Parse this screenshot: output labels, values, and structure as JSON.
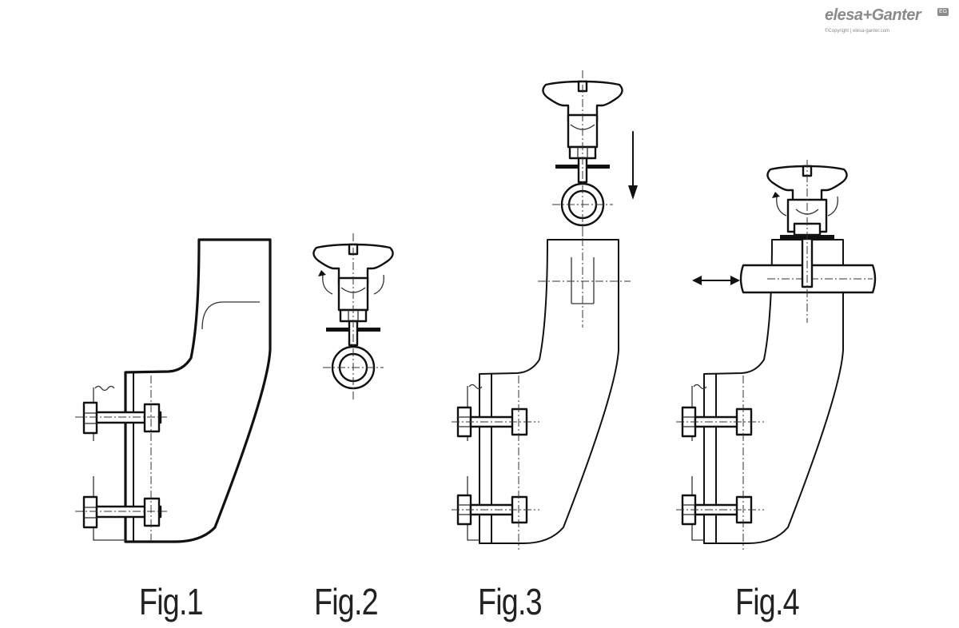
{
  "logo": {
    "brand": "elesa+Ganter",
    "badge": "EG",
    "copyright": "©Copyright | elesa-ganter.com"
  },
  "figures": [
    {
      "label": "Fig.1"
    },
    {
      "label": "Fig.2"
    },
    {
      "label": "Fig.3"
    },
    {
      "label": "Fig.4"
    }
  ],
  "colors": {
    "ink": "#111111",
    "logo_gray": "#8a8a8a",
    "background": "#ffffff"
  },
  "icons": {
    "fig3_arrow": "arrow-down-icon",
    "fig4_arrow": "double-arrow-horizontal-icon"
  }
}
